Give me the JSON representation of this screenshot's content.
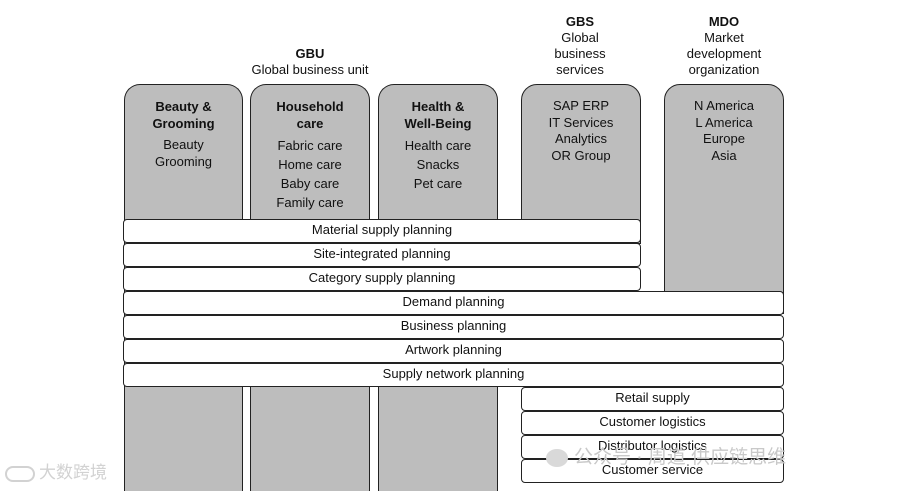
{
  "headers": {
    "gbu": {
      "abbr": "GBU",
      "full": "Global business unit"
    },
    "gbs": {
      "abbr": "GBS",
      "full_lines": [
        "Global",
        "business",
        "services"
      ]
    },
    "mdo": {
      "abbr": "MDO",
      "full_lines": [
        "Market",
        "development",
        "organization"
      ]
    }
  },
  "columns": [
    {
      "title_lines": [
        "Beauty &",
        "Grooming"
      ],
      "items": [
        "Beauty",
        "Grooming"
      ]
    },
    {
      "title_lines": [
        "Household",
        "care"
      ],
      "items": [
        "Fabric care",
        "Home care",
        "Baby care",
        "Family care"
      ]
    },
    {
      "title_lines": [
        "Health &",
        "Well-Being"
      ],
      "items": [
        "Health care",
        "Snacks",
        "Pet care"
      ]
    },
    {
      "title_lines": [],
      "items": [
        "SAP ERP",
        "IT Services",
        "Analytics",
        "OR Group"
      ]
    },
    {
      "title_lines": [],
      "items": [
        "N America",
        "L America",
        "Europe",
        "Asia"
      ]
    }
  ],
  "bars": {
    "material": "Material supply planning",
    "site": "Site-integrated planning",
    "category": "Category supply planning",
    "demand": "Demand planning",
    "business": "Business planning",
    "artwork": "Artwork planning",
    "network": "Supply network planning",
    "retail": "Retail supply",
    "customer_logistics": "Customer logistics",
    "distributor": "Distributor logistics",
    "service": "Customer service"
  },
  "watermark": {
    "right": "公众号 · 周道 供应链思维",
    "left": "大数跨境"
  }
}
